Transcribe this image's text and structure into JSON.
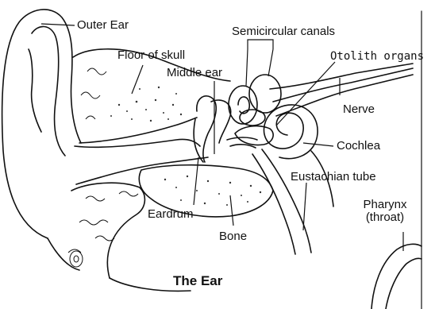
{
  "labels": {
    "outer_ear": "Outer Ear",
    "semicircular_canals": "Semicircular canals",
    "floor_of_skull": "Floor of skull",
    "otolith_organs": "Otolith organs",
    "middle_ear": "Middle ear",
    "nerve": "Nerve",
    "cochlea": "Cochlea",
    "eustachian_tube": "Eustachian tube",
    "pharynx_line1": "Pharynx",
    "pharynx_line2": "(throat)",
    "eardrum": "Eardrum",
    "bone": "Bone",
    "title": "The Ear"
  },
  "colors": {
    "ink": "#111111",
    "background": "#ffffff",
    "stipple": "#333333"
  }
}
